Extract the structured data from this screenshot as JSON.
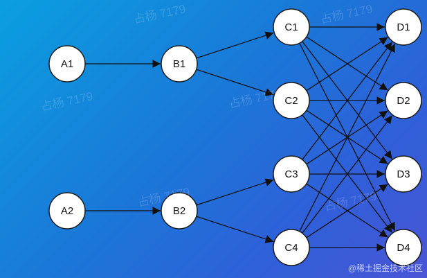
{
  "nodes": [
    {
      "id": "A1",
      "label": "A1",
      "col": 0,
      "row": 0.5
    },
    {
      "id": "A2",
      "label": "A2",
      "col": 0,
      "row": 2.5
    },
    {
      "id": "B1",
      "label": "B1",
      "col": 1,
      "row": 0.5
    },
    {
      "id": "B2",
      "label": "B2",
      "col": 1,
      "row": 2.5
    },
    {
      "id": "C1",
      "label": "C1",
      "col": 2,
      "row": 0
    },
    {
      "id": "C2",
      "label": "C2",
      "col": 2,
      "row": 1
    },
    {
      "id": "C3",
      "label": "C3",
      "col": 2,
      "row": 2
    },
    {
      "id": "C4",
      "label": "C4",
      "col": 2,
      "row": 3
    },
    {
      "id": "D1",
      "label": "D1",
      "col": 3,
      "row": 0
    },
    {
      "id": "D2",
      "label": "D2",
      "col": 3,
      "row": 1
    },
    {
      "id": "D3",
      "label": "D3",
      "col": 3,
      "row": 2
    },
    {
      "id": "D4",
      "label": "D4",
      "col": 3,
      "row": 3
    }
  ],
  "edges": [
    [
      "A1",
      "B1"
    ],
    [
      "A2",
      "B2"
    ],
    [
      "B1",
      "C1"
    ],
    [
      "B1",
      "C2"
    ],
    [
      "B2",
      "C3"
    ],
    [
      "B2",
      "C4"
    ],
    [
      "C1",
      "D1"
    ],
    [
      "C1",
      "D2"
    ],
    [
      "C1",
      "D3"
    ],
    [
      "C1",
      "D4"
    ],
    [
      "C2",
      "D1"
    ],
    [
      "C2",
      "D2"
    ],
    [
      "C2",
      "D3"
    ],
    [
      "C2",
      "D4"
    ],
    [
      "C3",
      "D1"
    ],
    [
      "C3",
      "D2"
    ],
    [
      "C3",
      "D3"
    ],
    [
      "C3",
      "D4"
    ],
    [
      "C4",
      "D1"
    ],
    [
      "C4",
      "D2"
    ],
    [
      "C4",
      "D3"
    ],
    [
      "C4",
      "D4"
    ]
  ],
  "watermark": "占杨 7179",
  "credit": "@稀土掘金技术社区",
  "colors": {
    "node_fill": "#ffffff",
    "node_stroke": "#1a1a1a",
    "edge": "#111111",
    "bg_start": "#0a9fe0",
    "bg_end": "#4a55d6"
  }
}
